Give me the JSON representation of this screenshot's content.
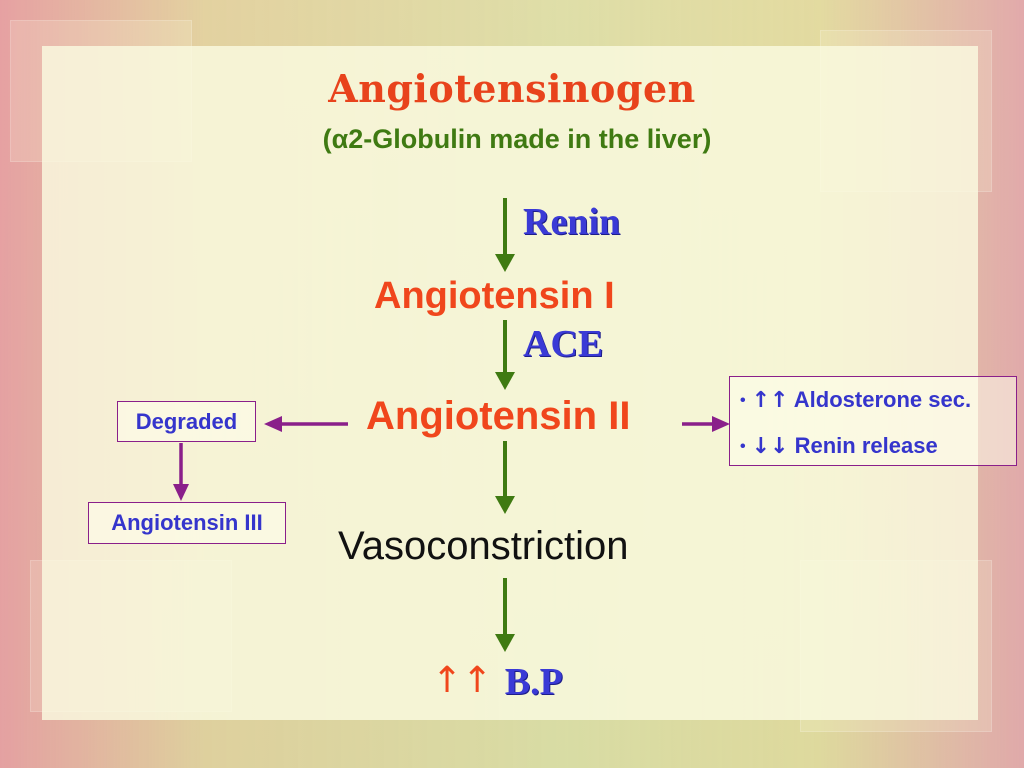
{
  "title": "Angiotensinogen",
  "subtitle": "(α2-Globulin made in the liver)",
  "enzymes": {
    "renin": "Renin",
    "ace": "ACE"
  },
  "stages": {
    "angiotensin_1": "Angiotensin I",
    "angiotensin_2": "Angiotensin II",
    "vasoconstriction": "Vasoconstriction",
    "bp_arrows": "↑↑",
    "bp_label": "B.P"
  },
  "side": {
    "degraded": "Degraded",
    "angiotensin_3": "Angiotensin III"
  },
  "effects": [
    {
      "arrows": "↑↑",
      "text": "Aldosterone sec."
    },
    {
      "arrows": "↓↓",
      "text": "Renin release"
    }
  ],
  "colors": {
    "down_arrow": "#3f7a12",
    "side_arrow": "#8a1f8a",
    "title": "#e8431c",
    "enzyme": "#3a3ad6",
    "stage": "#f0461c"
  }
}
